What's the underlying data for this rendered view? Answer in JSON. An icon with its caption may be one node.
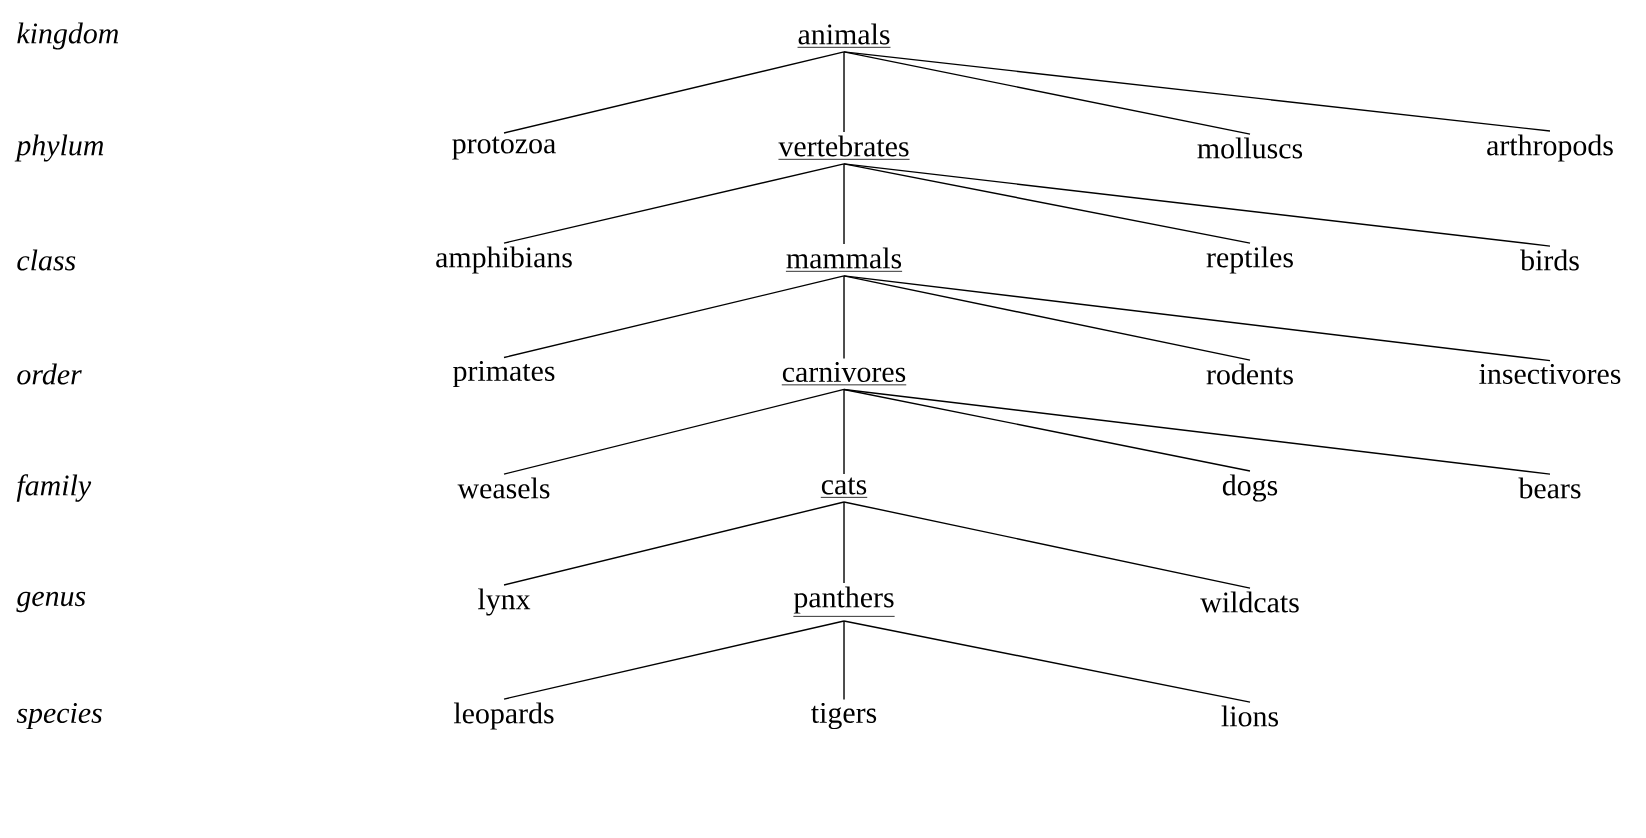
{
  "diagram": {
    "nodes": [
      {
        "text": [
          "animals"
        ]
      },
      {
        "text": [
          "protozoa"
        ]
      },
      {
        "text": [
          "vertebrates"
        ]
      },
      {
        "text": [
          "molluscs"
        ]
      },
      {
        "text": [
          "arthropods"
        ]
      },
      {
        "text": [
          "amphibians"
        ]
      },
      {
        "text": [
          "mammals"
        ]
      },
      {
        "text": [
          "reptiles"
        ]
      },
      {
        "text": [
          "birds"
        ]
      },
      {
        "text": [
          "primates"
        ]
      },
      {
        "text": [
          "carnivores"
        ]
      },
      {
        "text": [
          "rodents"
        ]
      },
      {
        "text": [
          "insectivores"
        ]
      },
      {
        "text": [
          "weasels"
        ]
      },
      {
        "text": [
          "cats"
        ]
      },
      {
        "text": [
          "dogs"
        ]
      },
      {
        "text": [
          "bears"
        ]
      },
      {
        "text": [
          "lynx"
        ]
      },
      {
        "text": [
          "panthers"
        ]
      },
      {
        "text": [
          "wildcats"
        ]
      },
      {
        "text": [
          "leopards"
        ]
      },
      {
        "text": [
          "tigers"
        ]
      },
      {
        "text": [
          "lions"
        ]
      }
    ],
    "edges": [
      {
        "from": 0,
        "to": 1,
        "arrow": "none"
      },
      {
        "from": 0,
        "to": 2,
        "arrow": "none"
      },
      {
        "from": 0,
        "to": 3,
        "arrow": "none"
      },
      {
        "from": 0,
        "to": 4,
        "arrow": "none"
      },
      {
        "from": 2,
        "to": 5,
        "arrow": "none"
      },
      {
        "from": 2,
        "to": 6,
        "arrow": "none"
      },
      {
        "from": 2,
        "to": 7,
        "arrow": "none"
      },
      {
        "from": 2,
        "to": 8,
        "arrow": "none"
      },
      {
        "from": 6,
        "to": 9,
        "arrow": "none"
      },
      {
        "from": 6,
        "to": 10,
        "arrow": "none"
      },
      {
        "from": 6,
        "to": 11,
        "arrow": "none"
      },
      {
        "from": 6,
        "to": 12,
        "arrow": "none"
      },
      {
        "from": 10,
        "to": 13,
        "arrow": "none"
      },
      {
        "from": 10,
        "to": 14,
        "arrow": "none"
      },
      {
        "from": 10,
        "to": 15,
        "arrow": "none"
      },
      {
        "from": 10,
        "to": 16,
        "arrow": "none"
      },
      {
        "from": 14,
        "to": 17,
        "arrow": "none"
      },
      {
        "from": 14,
        "to": 18,
        "arrow": "none"
      },
      {
        "from": 14,
        "to": 19,
        "arrow": "none"
      },
      {
        "from": 18,
        "to": 20,
        "arrow": "none"
      },
      {
        "from": 18,
        "to": 21,
        "arrow": "none"
      },
      {
        "from": 18,
        "to": 22,
        "arrow": "none"
      }
    ],
    "labels": [
      "kingdom",
      "phylum",
      "class",
      "order",
      "family",
      "genus",
      "species"
    ]
  }
}
